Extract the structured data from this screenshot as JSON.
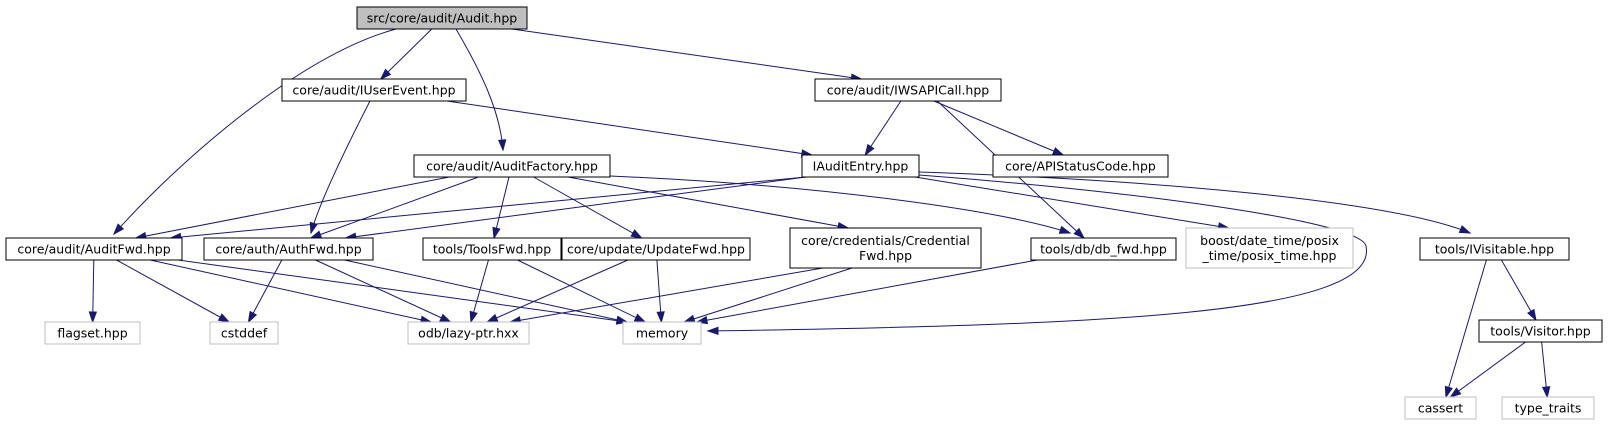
{
  "diagram": {
    "colors": {
      "edge": "#191970",
      "main_fill": "#bfbfbf",
      "node_border": "#000000",
      "external_border": "#bfbfbf"
    },
    "nodes": [
      {
        "id": "audit",
        "lines": [
          "src/core/audit/Audit.hpp"
        ],
        "kind": "main"
      },
      {
        "id": "iuserevent",
        "lines": [
          "core/audit/IUserEvent.hpp"
        ],
        "kind": "normal"
      },
      {
        "id": "iwsapicall",
        "lines": [
          "core/audit/IWSAPICall.hpp"
        ],
        "kind": "normal"
      },
      {
        "id": "auditfactory",
        "lines": [
          "core/audit/AuditFactory.hpp"
        ],
        "kind": "normal"
      },
      {
        "id": "iauditentry",
        "lines": [
          "IAuditEntry.hpp"
        ],
        "kind": "normal"
      },
      {
        "id": "apistatus",
        "lines": [
          "core/APIStatusCode.hpp"
        ],
        "kind": "normal"
      },
      {
        "id": "auditfwd",
        "lines": [
          "core/audit/AuditFwd.hpp"
        ],
        "kind": "normal"
      },
      {
        "id": "authfwd",
        "lines": [
          "core/auth/AuthFwd.hpp"
        ],
        "kind": "normal"
      },
      {
        "id": "toolsfwd",
        "lines": [
          "tools/ToolsFwd.hpp"
        ],
        "kind": "normal"
      },
      {
        "id": "updatefwd",
        "lines": [
          "core/update/UpdateFwd.hpp"
        ],
        "kind": "normal"
      },
      {
        "id": "credfwd",
        "lines": [
          "core/credentials/Credential",
          "Fwd.hpp"
        ],
        "kind": "normal"
      },
      {
        "id": "dbfwd",
        "lines": [
          "tools/db/db_fwd.hpp"
        ],
        "kind": "normal"
      },
      {
        "id": "posix",
        "lines": [
          "boost/date_time/posix",
          "_time/posix_time.hpp"
        ],
        "kind": "external"
      },
      {
        "id": "ivisitable",
        "lines": [
          "tools/IVisitable.hpp"
        ],
        "kind": "normal"
      },
      {
        "id": "flagset",
        "lines": [
          "flagset.hpp"
        ],
        "kind": "external"
      },
      {
        "id": "cstddef",
        "lines": [
          "cstddef"
        ],
        "kind": "external"
      },
      {
        "id": "lazyptr",
        "lines": [
          "odb/lazy-ptr.hxx"
        ],
        "kind": "external"
      },
      {
        "id": "memory",
        "lines": [
          "memory"
        ],
        "kind": "external"
      },
      {
        "id": "visitor",
        "lines": [
          "tools/Visitor.hpp"
        ],
        "kind": "normal"
      },
      {
        "id": "cassert",
        "lines": [
          "cassert"
        ],
        "kind": "external"
      },
      {
        "id": "typetraits",
        "lines": [
          "type_traits"
        ],
        "kind": "external"
      }
    ],
    "edges": [
      {
        "from": "audit",
        "to": "iuserevent"
      },
      {
        "from": "audit",
        "to": "iwsapicall"
      },
      {
        "from": "audit",
        "to": "auditfactory"
      },
      {
        "from": "audit",
        "to": "auditfwd"
      },
      {
        "from": "iuserevent",
        "to": "iauditentry"
      },
      {
        "from": "iuserevent",
        "to": "authfwd"
      },
      {
        "from": "iwsapicall",
        "to": "iauditentry"
      },
      {
        "from": "iwsapicall",
        "to": "apistatus"
      },
      {
        "from": "iwsapicall",
        "to": "dbfwd"
      },
      {
        "from": "auditfactory",
        "to": "auditfwd"
      },
      {
        "from": "auditfactory",
        "to": "authfwd"
      },
      {
        "from": "auditfactory",
        "to": "toolsfwd"
      },
      {
        "from": "auditfactory",
        "to": "updatefwd"
      },
      {
        "from": "auditfactory",
        "to": "credfwd"
      },
      {
        "from": "auditfactory",
        "to": "dbfwd"
      },
      {
        "from": "iauditentry",
        "to": "auditfwd"
      },
      {
        "from": "iauditentry",
        "to": "authfwd"
      },
      {
        "from": "iauditentry",
        "to": "posix"
      },
      {
        "from": "iauditentry",
        "to": "ivisitable"
      },
      {
        "from": "iauditentry",
        "to": "memory"
      },
      {
        "from": "auditfwd",
        "to": "flagset"
      },
      {
        "from": "auditfwd",
        "to": "cstddef"
      },
      {
        "from": "auditfwd",
        "to": "lazyptr"
      },
      {
        "from": "auditfwd",
        "to": "memory"
      },
      {
        "from": "authfwd",
        "to": "cstddef"
      },
      {
        "from": "authfwd",
        "to": "lazyptr"
      },
      {
        "from": "authfwd",
        "to": "memory"
      },
      {
        "from": "toolsfwd",
        "to": "lazyptr"
      },
      {
        "from": "toolsfwd",
        "to": "memory"
      },
      {
        "from": "updatefwd",
        "to": "lazyptr"
      },
      {
        "from": "updatefwd",
        "to": "memory"
      },
      {
        "from": "credfwd",
        "to": "lazyptr"
      },
      {
        "from": "credfwd",
        "to": "memory"
      },
      {
        "from": "dbfwd",
        "to": "memory"
      },
      {
        "from": "ivisitable",
        "to": "cassert"
      },
      {
        "from": "ivisitable",
        "to": "visitor"
      },
      {
        "from": "visitor",
        "to": "cassert"
      },
      {
        "from": "visitor",
        "to": "typetraits"
      }
    ]
  }
}
